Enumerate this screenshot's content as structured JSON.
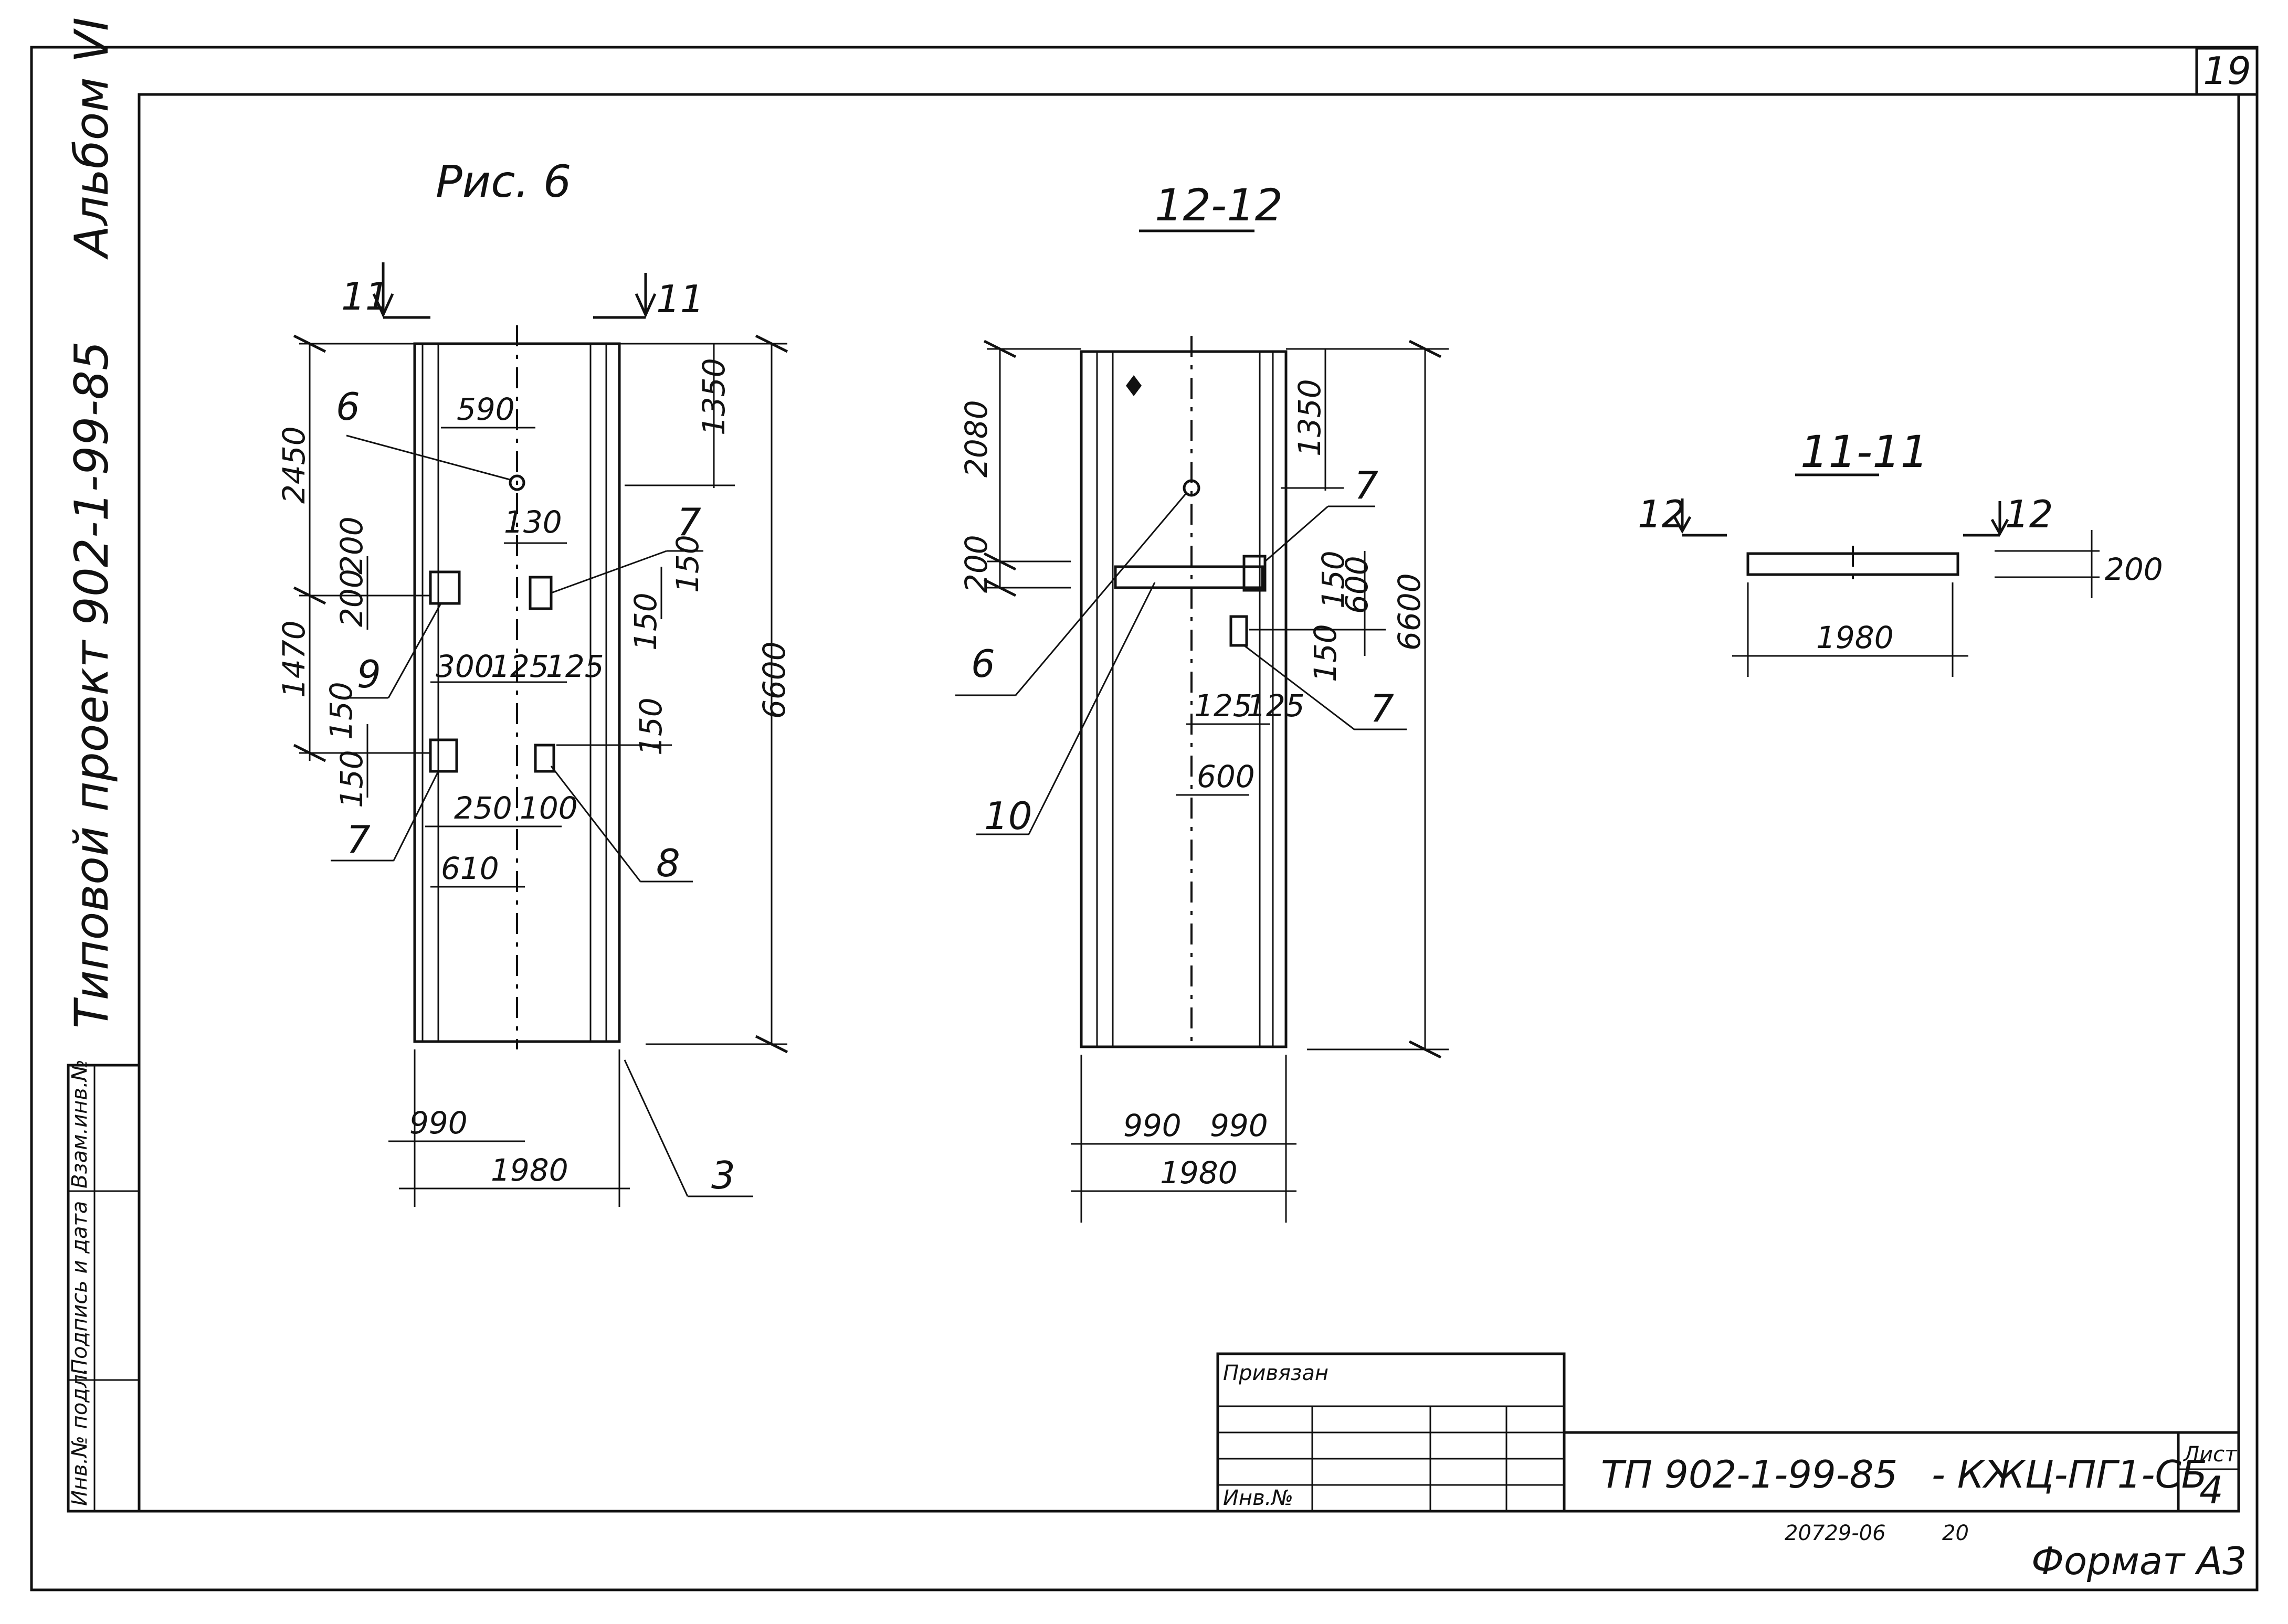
{
  "sheet_number": "19",
  "side_labels": {
    "album": "Альбом VI",
    "project": "Типовой проект 902-1-99-85"
  },
  "stamp_cells": [
    "Инв.№ подл.",
    "Подпись и дата",
    "Взам.инв.№"
  ],
  "figure_caption": "Рис. 6",
  "views": {
    "left": {
      "section_marks": [
        "11",
        "11"
      ],
      "dims": {
        "d2450": "2450",
        "d1350": "1350",
        "d6600": "6600",
        "d590": "590",
        "d130": "130",
        "d200a": "200",
        "d200b": "200",
        "d1470": "1470",
        "d150a": "150",
        "d150b": "150",
        "d300": "300",
        "d125a": "125",
        "d125b": "125",
        "d150c": "150",
        "d150d": "150",
        "d150e": "150",
        "d250": "250",
        "d100": "100",
        "d610": "610",
        "d990": "990",
        "d1980": "1980"
      },
      "callouts": {
        "c6": "6",
        "c7a": "7",
        "c9": "9",
        "c7b": "7",
        "c8": "8",
        "c3": "3"
      }
    },
    "middle": {
      "title": "12-12",
      "dims": {
        "d2080": "2080",
        "d200": "200",
        "d1350": "1350",
        "d150a": "150",
        "d600a": "600",
        "d6600": "6600",
        "d150b": "150",
        "d125a": "125",
        "d125b": "125",
        "d600b": "600",
        "d990a": "990",
        "d990b": "990",
        "d1980": "1980"
      },
      "callouts": {
        "c7a": "7",
        "c7b": "7",
        "c6": "6",
        "c10": "10"
      }
    },
    "right": {
      "title": "11-11",
      "section_marks": [
        "12",
        "12"
      ],
      "dims": {
        "d200": "200",
        "d1980": "1980"
      }
    }
  },
  "title_block": {
    "privyazan": "Привязан",
    "inv_no": "Инв.№",
    "code": "ТП 902-1-99-85",
    "code_suffix": "- КЖЦ-ПГ1-СБ",
    "sheet_label": "Лист",
    "sheet_value": "4",
    "archive_no": "20729-06",
    "archive_suffix": "20",
    "format": "Формат А3"
  }
}
